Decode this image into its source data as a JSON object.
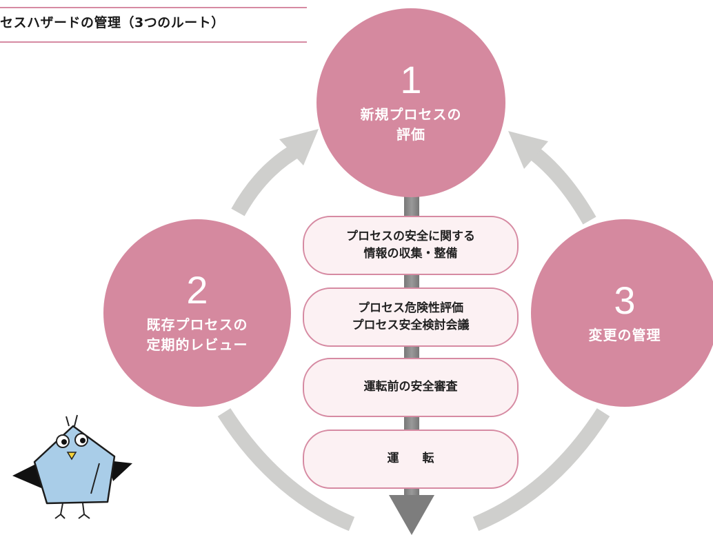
{
  "title": "セスハザードの管理（3つのルート）",
  "colors": {
    "circle": "#d5899f",
    "step_fill": "#fcf1f3",
    "step_border": "#d68aa2",
    "arrow_gray": "#cfcfcd",
    "stem_gray": "#8c8c8c",
    "mascot_body": "#a9cde8"
  },
  "circles": [
    {
      "number": "1",
      "lines": [
        "新規プロセスの",
        "評価"
      ]
    },
    {
      "number": "2",
      "lines": [
        "既存プロセスの",
        "定期的レビュー"
      ]
    },
    {
      "number": "3",
      "lines": [
        "変更の管理"
      ]
    }
  ],
  "steps": [
    {
      "lines": [
        "プロセスの安全に関する",
        "情報の収集・整備"
      ]
    },
    {
      "lines": [
        "プロセス危険性評価",
        "プロセス安全検討会議"
      ]
    },
    {
      "lines": [
        "運転前の安全審査"
      ]
    },
    {
      "lines": [
        "運　　転"
      ]
    }
  ],
  "icons": {
    "mascot": "bird-mascot-icon",
    "cycle_arrow": "cycle-arrow-icon",
    "flow_arrow": "down-arrow-icon"
  }
}
